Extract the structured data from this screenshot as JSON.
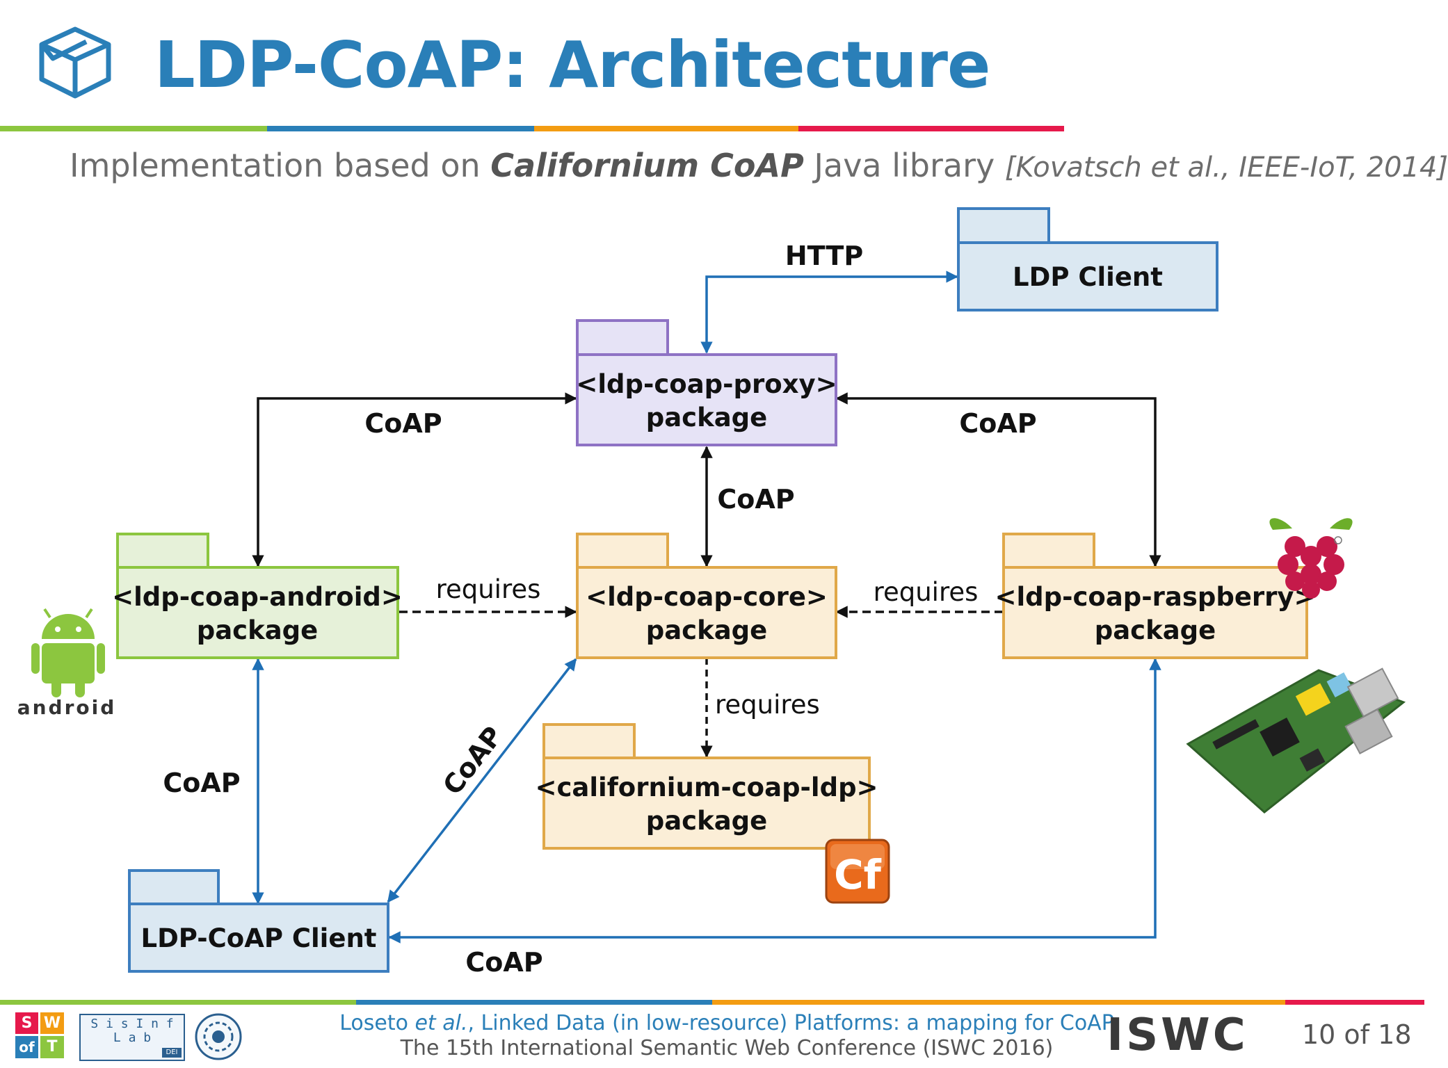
{
  "slide": {
    "title": "LDP-CoAP: Architecture",
    "subtitle": {
      "prefix": "Implementation based on ",
      "library": "Californium CoAP",
      "middle": " Java library ",
      "citation": "[Kovatsch et al., IEEE-IoT, 2014]"
    },
    "accent_colors": [
      "#8cc63f",
      "#2a7fb8",
      "#f39c12",
      "#e6194b"
    ]
  },
  "diagram": {
    "packages": {
      "ldp_client": {
        "line1": "LDP Client"
      },
      "proxy": {
        "line1": "<ldp-coap-proxy>",
        "line2": "package"
      },
      "android": {
        "line1": "<ldp-coap-android>",
        "line2": "package"
      },
      "core": {
        "line1": "<ldp-coap-core>",
        "line2": "package"
      },
      "raspberry": {
        "line1": "<ldp-coap-raspberry>",
        "line2": "package"
      },
      "californium": {
        "line1": "<californium-coap-ldp>",
        "line2": "package"
      },
      "coap_client": {
        "line1": "LDP-CoAP Client"
      }
    },
    "labels": {
      "http": "HTTP",
      "coap_left": "CoAP",
      "coap_right": "CoAP",
      "coap_mid": "CoAP",
      "coap_android_client": "CoAP",
      "coap_diag": "CoAP",
      "coap_bottom": "CoAP",
      "requires_android": "requires",
      "requires_raspberry": "requires",
      "requires_californium": "requires"
    },
    "android_logo_text": "android",
    "californium_logo_text": "Cf",
    "colors": {
      "blue_fill": "#dbe8f2",
      "blue_stroke": "#3d7ebf",
      "purple_fill": "#e6e3f6",
      "purple_stroke": "#8e72c4",
      "green_fill": "#e6f1d9",
      "green_stroke": "#8cc63f",
      "orange_fill": "#fbeed7",
      "orange_stroke": "#e0a849",
      "blue_arrow": "#1f6fb5",
      "black_arrow": "#111111"
    }
  },
  "footer": {
    "author": "Loseto",
    "etal": " et al.",
    "paper": ", Linked Data (in low-resource) Platforms: a mapping for CoAP",
    "conference": "The 15th International Semantic Web Conference (ISWC 2016)",
    "page": "10 of 18",
    "logo_swot": [
      "S",
      "W",
      "of",
      "T"
    ],
    "logo_sisinf": [
      "S i s I n f",
      "L a b",
      "DEI"
    ],
    "logo_iswc": "ISWC"
  }
}
